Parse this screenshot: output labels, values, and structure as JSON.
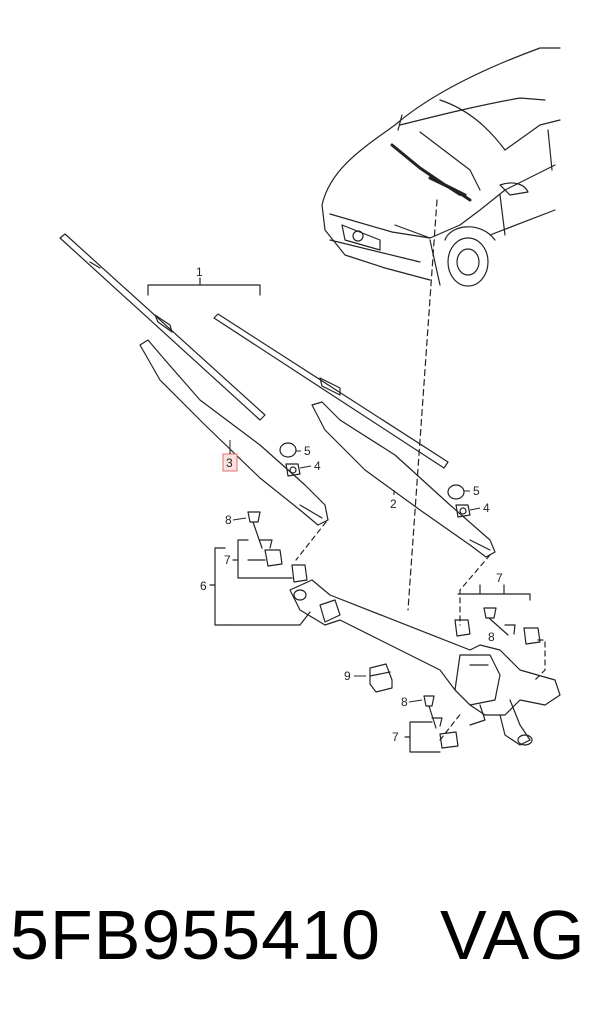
{
  "callouts": {
    "c1": "1",
    "c2": "2",
    "c3": "3",
    "c4a": "4",
    "c4b": "4",
    "c5a": "5",
    "c5b": "5",
    "c6": "6",
    "c7a": "7",
    "c7b": "7",
    "c7c": "7",
    "c8a": "8",
    "c8b": "8",
    "c8c": "8",
    "c9": "9"
  },
  "highlight_color": "#e07070",
  "footer": {
    "part_number": "5FB955410",
    "brand": "VAG"
  }
}
